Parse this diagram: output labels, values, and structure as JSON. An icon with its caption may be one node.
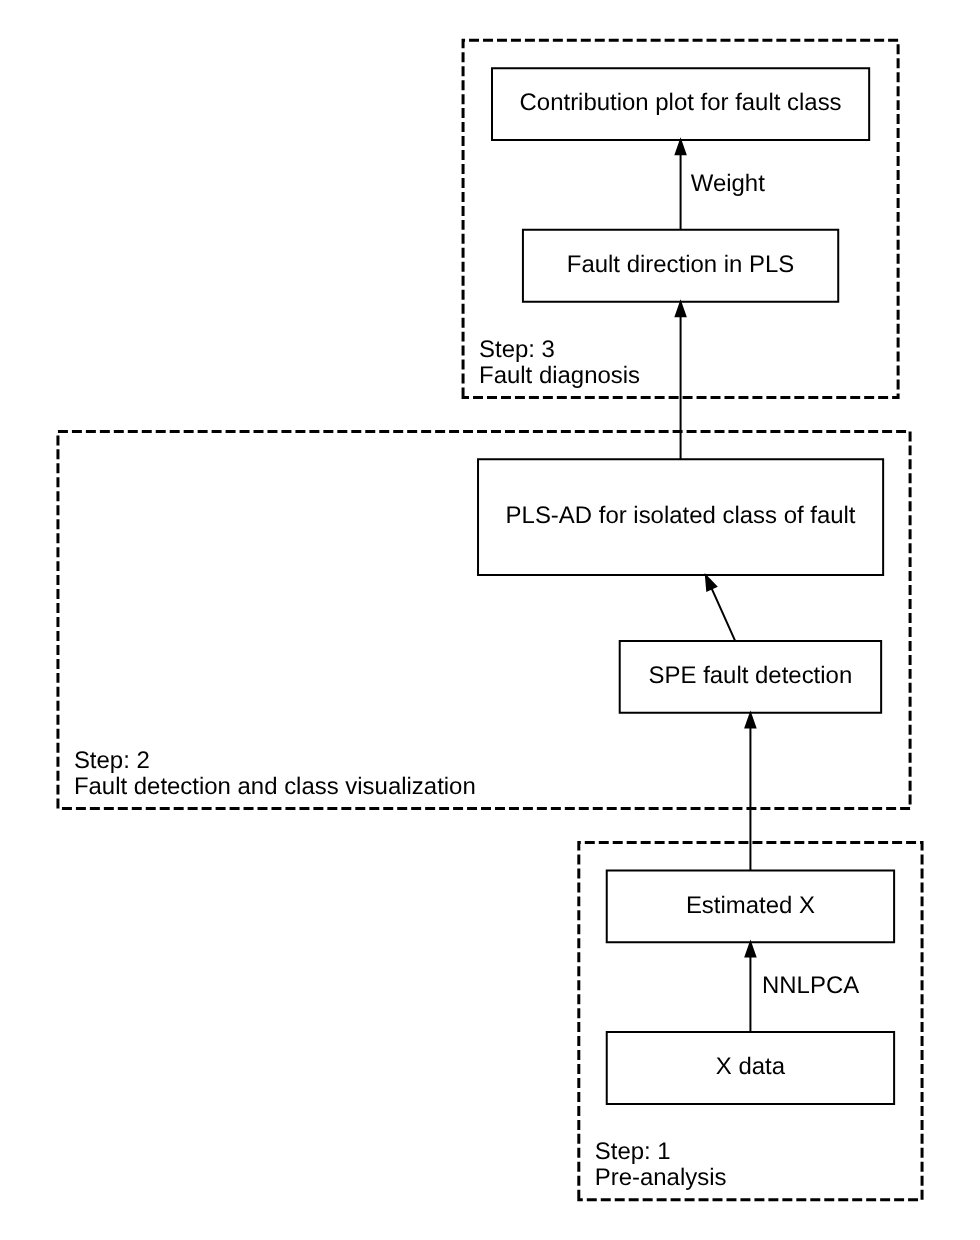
{
  "diagram": {
    "nodes": [
      {
        "text": [
          "Step: 3",
          "Fault diagnosis"
        ]
      },
      {
        "text": [
          "Contribution plot for fault class"
        ],
        "in": 0
      },
      {
        "text": [
          "Fault direction in PLS"
        ],
        "in": 0
      },
      {
        "text": [
          "Step: 2",
          "Fault detection and class visualization"
        ]
      },
      {
        "text": [
          "PLS-AD for isolated class of fault"
        ],
        "in": 3
      },
      {
        "text": [
          "SPE fault detection"
        ],
        "in": 3
      },
      {
        "text": [
          "Step: 1",
          "Pre-analysis"
        ]
      },
      {
        "text": [
          "Estimated X"
        ],
        "in": 6
      },
      {
        "text": [
          "X data"
        ],
        "in": 6
      }
    ],
    "edges": [
      {
        "from": 8,
        "to": 7,
        "arrow": "to",
        "label": "NNLPCA"
      },
      {
        "from": 7,
        "to": 5,
        "arrow": "to"
      },
      {
        "from": 5,
        "to": 4,
        "arrow": "to"
      },
      {
        "from": 4,
        "to": 2,
        "arrow": "to"
      },
      {
        "from": 2,
        "to": 1,
        "arrow": "to",
        "label": "Weight"
      }
    ]
  }
}
